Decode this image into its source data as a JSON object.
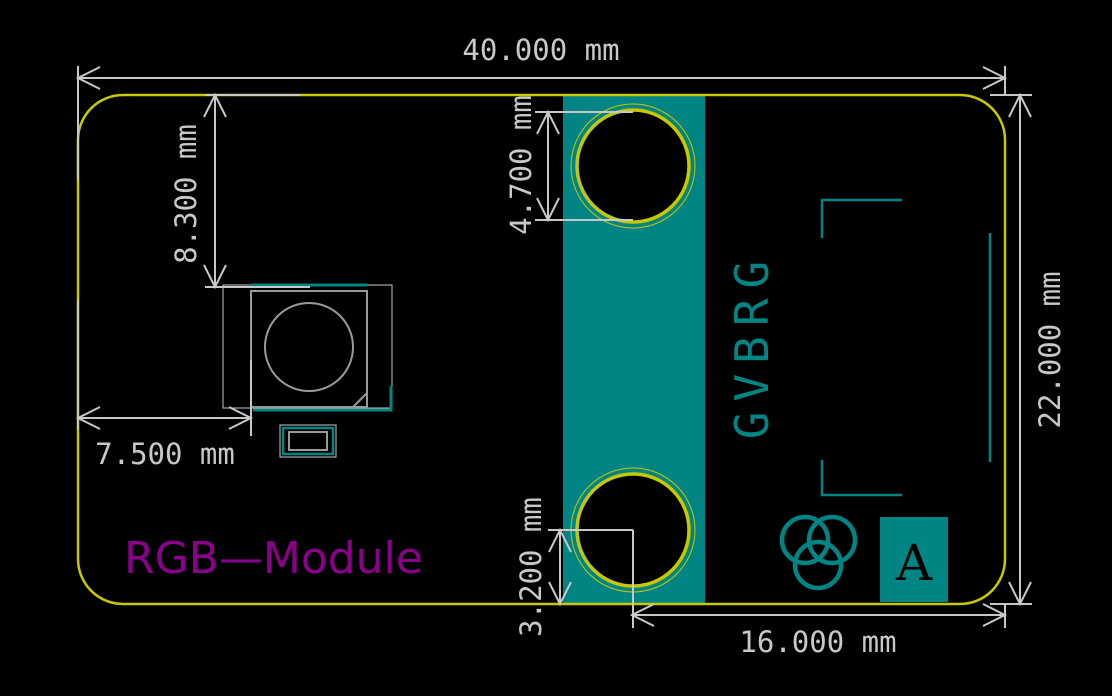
{
  "dimensions": {
    "width_total": "40.000 mm",
    "height_total": "22.000 mm",
    "led_from_top": "8.300 mm",
    "led_from_left": "7.500 mm",
    "hole_diameter": "4.700 mm",
    "hole_from_bottom": "3.200 mm",
    "hole_from_right": "16.000 mm"
  },
  "silkscreen": {
    "pin_labels": "GVBRG",
    "board_name": "RGB—Module",
    "logo_letter": "A"
  },
  "colors": {
    "edge_cuts": "#c8c800",
    "copper": "#008484",
    "dimension": "#c8c8c8",
    "title": "#8b008b"
  }
}
